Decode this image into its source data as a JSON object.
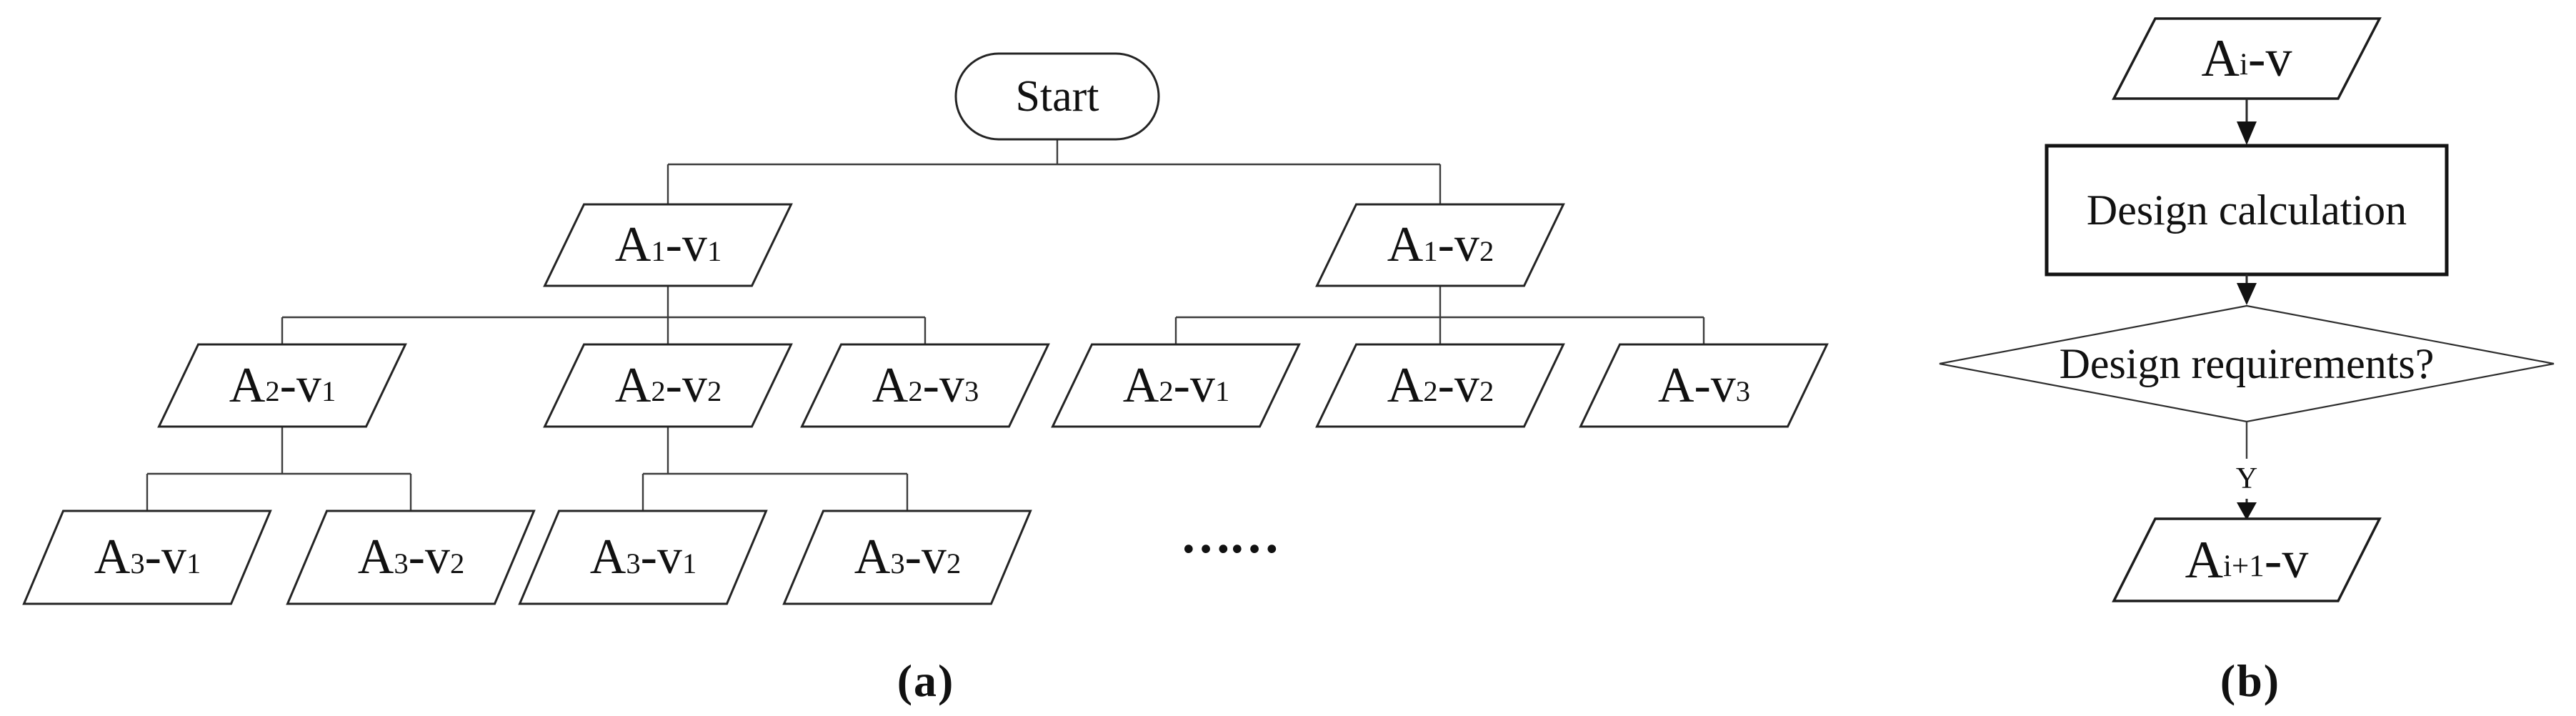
{
  "figure_a": {
    "caption": "(a)",
    "start_label": "Start",
    "ellipsis": "……",
    "nodes": {
      "a1_v1": [
        {
          "t": "A"
        },
        {
          "t": "1",
          "sub": true
        },
        {
          "t": "-v"
        },
        {
          "t": "1",
          "sub": true
        }
      ],
      "a1_v2": [
        {
          "t": "A"
        },
        {
          "t": "1",
          "sub": true
        },
        {
          "t": "-v"
        },
        {
          "t": "2",
          "sub": true
        }
      ],
      "left_a2_v1": [
        {
          "t": "A"
        },
        {
          "t": "2",
          "sub": true
        },
        {
          "t": "-v"
        },
        {
          "t": "1",
          "sub": true
        }
      ],
      "left_a2_v2": [
        {
          "t": "A"
        },
        {
          "t": "2",
          "sub": true
        },
        {
          "t": "-v"
        },
        {
          "t": "2",
          "sub": true
        }
      ],
      "left_a2_v3": [
        {
          "t": "A"
        },
        {
          "t": "2",
          "sub": true
        },
        {
          "t": "-v"
        },
        {
          "t": "3",
          "sub": true
        }
      ],
      "right_a2_v1": [
        {
          "t": "A"
        },
        {
          "t": "2",
          "sub": true
        },
        {
          "t": "-v"
        },
        {
          "t": "1",
          "sub": true
        }
      ],
      "right_a2_v2": [
        {
          "t": "A"
        },
        {
          "t": "2",
          "sub": true
        },
        {
          "t": "-v"
        },
        {
          "t": "2",
          "sub": true
        }
      ],
      "right_a_v3": [
        {
          "t": "A"
        },
        {
          "t": "-v"
        },
        {
          "t": "3",
          "sub": true
        }
      ],
      "a3_v1_left": [
        {
          "t": "A"
        },
        {
          "t": "3",
          "sub": true
        },
        {
          "t": "-v"
        },
        {
          "t": "1",
          "sub": true
        }
      ],
      "a3_v2_left": [
        {
          "t": "A"
        },
        {
          "t": "3",
          "sub": true
        },
        {
          "t": "-v"
        },
        {
          "t": "2",
          "sub": true
        }
      ],
      "a3_v1_mid": [
        {
          "t": "A"
        },
        {
          "t": "3",
          "sub": true
        },
        {
          "t": "-v"
        },
        {
          "t": "1",
          "sub": true
        }
      ],
      "a3_v2_mid": [
        {
          "t": "A"
        },
        {
          "t": "3",
          "sub": true
        },
        {
          "t": "-v"
        },
        {
          "t": "2",
          "sub": true
        }
      ]
    }
  },
  "figure_b": {
    "caption": "(b)",
    "input_label": [
      {
        "t": "A"
      },
      {
        "t": "i",
        "sub": true
      },
      {
        "t": "-v"
      }
    ],
    "process_label": "Design calculation",
    "decision_label": "Design requirements?",
    "yes_label": "Y",
    "output_label": [
      {
        "t": "A"
      },
      {
        "t": "i+1",
        "sub": true
      },
      {
        "t": "-v"
      }
    ]
  },
  "colors": {
    "background": "#ffffff",
    "line": "#3c3c3c",
    "shape_border": "#242424",
    "text": "#111111"
  }
}
